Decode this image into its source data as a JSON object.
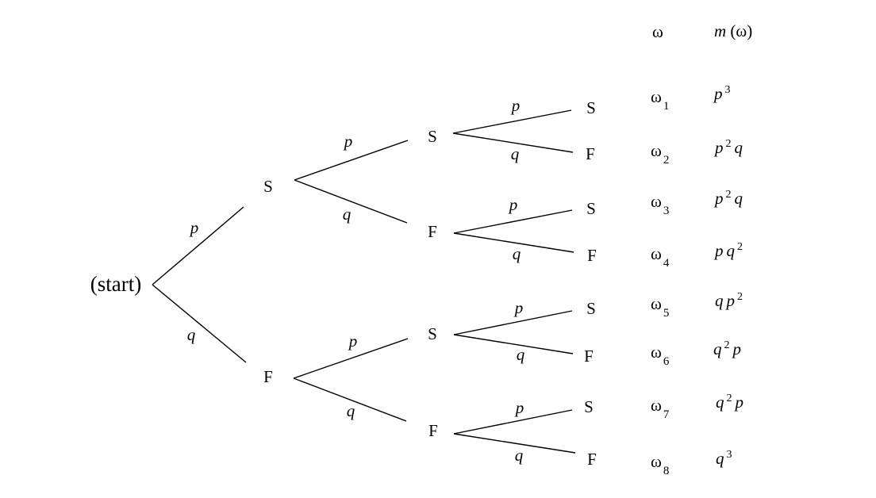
{
  "root_label": "(start)",
  "level1": [
    {
      "label": "S",
      "edge_label": "p"
    },
    {
      "label": "F",
      "edge_label": "q"
    }
  ],
  "level2": [
    {
      "label": "S",
      "edge_label": "p"
    },
    {
      "label": "F",
      "edge_label": "q"
    },
    {
      "label": "S",
      "edge_label": "p"
    },
    {
      "label": "F",
      "edge_label": "q"
    }
  ],
  "level3": [
    {
      "label": "S",
      "edge_label": "p"
    },
    {
      "label": "F",
      "edge_label": "q"
    },
    {
      "label": "S",
      "edge_label": "p"
    },
    {
      "label": "F",
      "edge_label": "q"
    },
    {
      "label": "S",
      "edge_label": "p"
    },
    {
      "label": "F",
      "edge_label": "q"
    },
    {
      "label": "S",
      "edge_label": "p"
    },
    {
      "label": "F",
      "edge_label": "q"
    }
  ],
  "table": {
    "header_omega": "ω",
    "header_m": "m",
    "header_m_arg": " (ω)",
    "rows": [
      {
        "omega": "ω",
        "index": "1",
        "prob": [
          {
            "t": "p",
            "e": "3"
          }
        ]
      },
      {
        "omega": "ω",
        "index": "2",
        "prob": [
          {
            "t": "p",
            "e": "2"
          },
          {
            "t": "q",
            "e": ""
          }
        ]
      },
      {
        "omega": "ω",
        "index": "3",
        "prob": [
          {
            "t": "p",
            "e": "2"
          },
          {
            "t": "q",
            "e": ""
          }
        ]
      },
      {
        "omega": "ω",
        "index": "4",
        "prob": [
          {
            "t": "p",
            "e": ""
          },
          {
            "t": "q",
            "e": "2"
          }
        ]
      },
      {
        "omega": "ω",
        "index": "5",
        "prob": [
          {
            "t": "q",
            "e": ""
          },
          {
            "t": "p",
            "e": "2"
          }
        ]
      },
      {
        "omega": "ω",
        "index": "6",
        "prob": [
          {
            "t": "q",
            "e": "2"
          },
          {
            "t": "p",
            "e": ""
          }
        ]
      },
      {
        "omega": "ω",
        "index": "7",
        "prob": [
          {
            "t": "q",
            "e": "2"
          },
          {
            "t": "p",
            "e": ""
          }
        ]
      },
      {
        "omega": "ω",
        "index": "8",
        "prob": [
          {
            "t": "q",
            "e": "3"
          }
        ]
      }
    ]
  }
}
